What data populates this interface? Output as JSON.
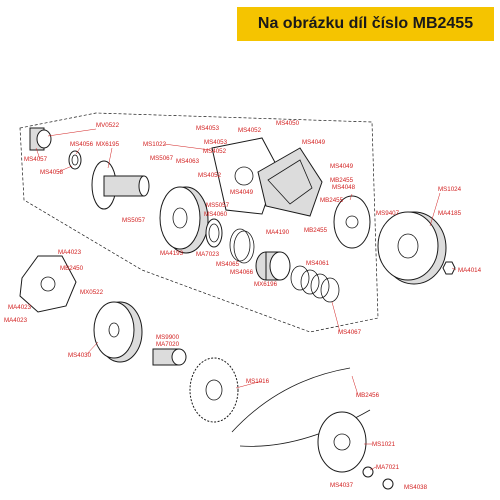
{
  "banner": {
    "text": "Na obrázku díl číslo MB2455",
    "color": "#f5c400"
  },
  "label_color": "#d21f1f",
  "labels": {
    "MV0522": "MV0522",
    "MS4057": "MS4057",
    "MS4056": "MS4056",
    "MX6195": "MX6195",
    "MS4058": "MS4058",
    "MS4053a": "MS4053",
    "MS4052a": "MS4052",
    "MS4050": "MS4050",
    "MS1022": "MS1022",
    "MS4053b": "MS4053",
    "MS5067": "MS5067",
    "MS4063": "MS4063",
    "MS4052b": "MS4052",
    "MS4049a": "MS4049",
    "MS4052c": "MS4052",
    "MS4049b": "MS4049",
    "MB2455a": "MB2455",
    "MS4048": "MS4048",
    "MB2455b": "MB2455",
    "MS9407": "MS9407",
    "MS1024": "MS1024",
    "MA4185": "MA4185",
    "MS5057a": "MS5057",
    "MS5057b": "MS5057",
    "MS4060": "MS4060",
    "MA4190": "MA4190",
    "MB2455c": "MB2455",
    "MA4193": "MA4193",
    "MA7023": "MA7023",
    "MS4065": "MS4065",
    "MS4066": "MS4066",
    "MX6196": "MX6196",
    "MS4061": "MS4061",
    "MA4014": "MA4014",
    "MA4023a": "MA4023",
    "MB2450": "MB2450",
    "MX0522": "MX0522",
    "MA4023b": "MA4023",
    "MA4023c": "MA4023",
    "MS4067": "MS4067",
    "MS4030": "MS4030",
    "MS9900": "MS9900",
    "MA7020": "MA7020",
    "MS1016": "MS1016",
    "MB2456": "MB2456",
    "MS1021": "MS1021",
    "MA7021": "MA7021",
    "MS4037": "MS4037",
    "MS4038": "MS4038"
  }
}
